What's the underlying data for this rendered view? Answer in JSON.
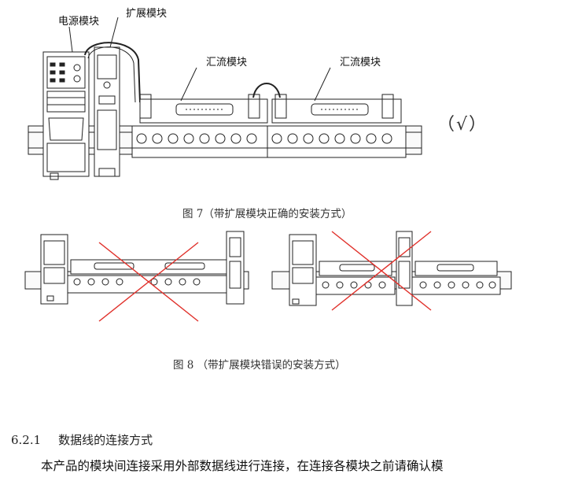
{
  "figure7": {
    "labels": {
      "power_module": "电源模块",
      "expansion_module": "扩展模块",
      "combiner_module_1": "汇流模块",
      "combiner_module_2": "汇流模块"
    },
    "check_mark": "（√）",
    "caption": "图 7（带扩展模块正确的安装方式）"
  },
  "figure8": {
    "caption": "图 8 （带扩展模块错误的安装方式）"
  },
  "section": {
    "number": "6.2.1",
    "title": "数据线的连接方式"
  },
  "paragraph": "本产品的模块间连接采用外部数据线进行连接，在连接各模块之前请确认模"
}
